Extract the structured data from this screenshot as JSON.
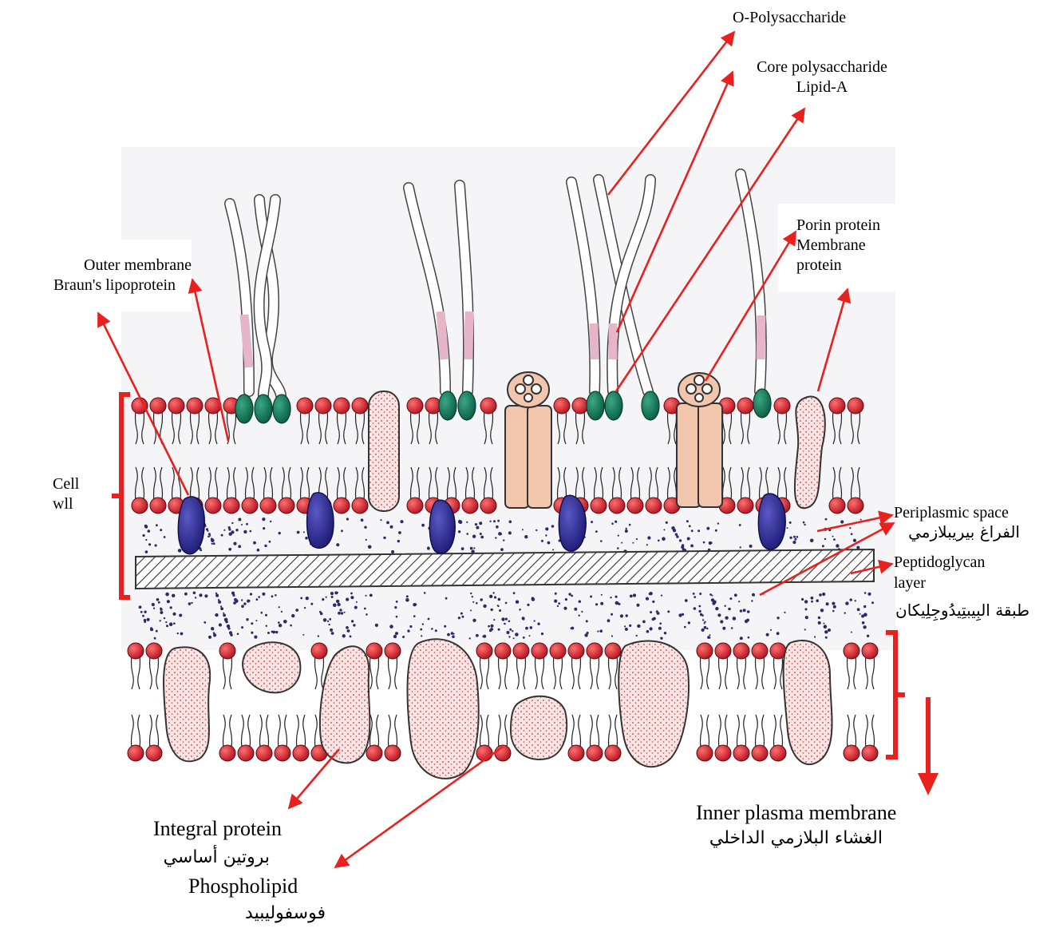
{
  "labels": {
    "o_polysaccharide": "O-Polysaccharide",
    "core_polysaccharide": "Core polysaccharide",
    "lipid_a": "Lipid-A",
    "porin_protein": "Porin protein",
    "membrane_protein_1": "Membrane",
    "membrane_protein_2": "protein",
    "outer_membrane": "Outer membrane",
    "brauns_lipoprotein": "Braun's lipoprotein",
    "cell_wall_1": "Cell",
    "cell_wall_2": "wll",
    "periplasmic_space": "Periplasmic space",
    "periplasmic_space_ar": "الفراغ بيريبلازمي",
    "peptidoglycan_1": "Peptidoglycan",
    "peptidoglycan_2": "layer",
    "peptidoglycan_ar": "طبقة البِيبتِيدُوجِلِيكان",
    "integral_protein": "Integral protein",
    "integral_protein_ar": "بروتين أساسي",
    "phospholipid": "Phospholipid",
    "phospholipid_ar": "فوسفوليبيد",
    "inner_plasma_membrane": "Inner plasma membrane",
    "inner_plasma_membrane_ar": "الغشاء البلازمي الداخلي"
  },
  "colors": {
    "arrow": "#e8201e",
    "phospholipid_head": "#c81e2c",
    "lps_core": "#0f7a5e",
    "lipoprotein": "#2b2a8a",
    "porin": "#f2c6ad",
    "integral_protein_fill": "#fbe4e4",
    "integral_protein_dots": "#c43a3a",
    "polysaccharide_band": "#e6b5c8",
    "drawing_area": "#f5f5f7"
  },
  "icons": {
    "bracket_cell_wall": "bracket-left-icon",
    "bracket_inner_membrane": "bracket-right-icon",
    "down_arrow": "arrow-down-icon"
  }
}
